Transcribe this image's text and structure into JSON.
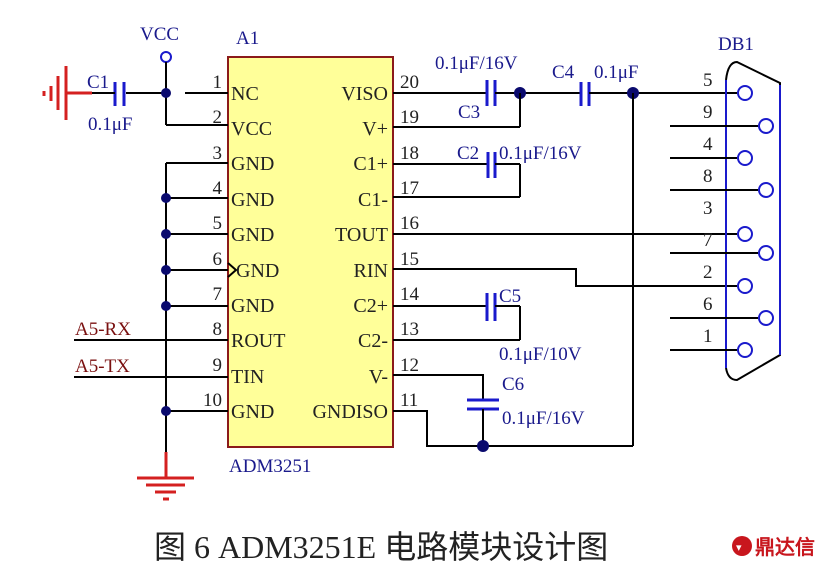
{
  "chip": {
    "designator": "A1",
    "part": "ADM3251",
    "left_pins": [
      {
        "num": "1",
        "name": "NC"
      },
      {
        "num": "2",
        "name": "VCC"
      },
      {
        "num": "3",
        "name": "GND"
      },
      {
        "num": "4",
        "name": "GND"
      },
      {
        "num": "5",
        "name": "GND"
      },
      {
        "num": "6",
        "name": "GND"
      },
      {
        "num": "7",
        "name": "GND"
      },
      {
        "num": "8",
        "name": "ROUT"
      },
      {
        "num": "9",
        "name": "TIN"
      },
      {
        "num": "10",
        "name": "GND"
      }
    ],
    "right_pins": [
      {
        "num": "20",
        "name": "VISO"
      },
      {
        "num": "19",
        "name": "V+"
      },
      {
        "num": "18",
        "name": "C1+"
      },
      {
        "num": "17",
        "name": "C1-"
      },
      {
        "num": "16",
        "name": "TOUT"
      },
      {
        "num": "15",
        "name": "RIN"
      },
      {
        "num": "14",
        "name": "C2+"
      },
      {
        "num": "13",
        "name": "C2-"
      },
      {
        "num": "12",
        "name": "V-"
      },
      {
        "num": "11",
        "name": "GNDISO"
      }
    ]
  },
  "power": {
    "vcc_label": "VCC"
  },
  "capacitors": [
    {
      "ref": "C1",
      "value": "0.1μF"
    },
    {
      "ref": "C2",
      "value": "0.1μF/16V"
    },
    {
      "ref": "C3",
      "value": "0.1μF/16V"
    },
    {
      "ref": "C4",
      "value": "0.1μF"
    },
    {
      "ref": "C5",
      "value": "0.1μF/10V"
    },
    {
      "ref": "C6",
      "value": "0.1μF/16V"
    }
  ],
  "nets": {
    "rx": "A5-RX",
    "tx": "A5-TX"
  },
  "connector": {
    "designator": "DB1",
    "pins": [
      "5",
      "9",
      "4",
      "8",
      "3",
      "7",
      "2",
      "6",
      "1"
    ]
  },
  "caption": "图 6 ADM3251E 电路模块设计图",
  "watermark": "鼎达信",
  "colors": {
    "chip_fill": "#ffff99",
    "chip_border": "#8b1a1a",
    "label_blue": "#1a1a8c",
    "ground_red": "#d42020",
    "net_red": "#7a1010"
  }
}
